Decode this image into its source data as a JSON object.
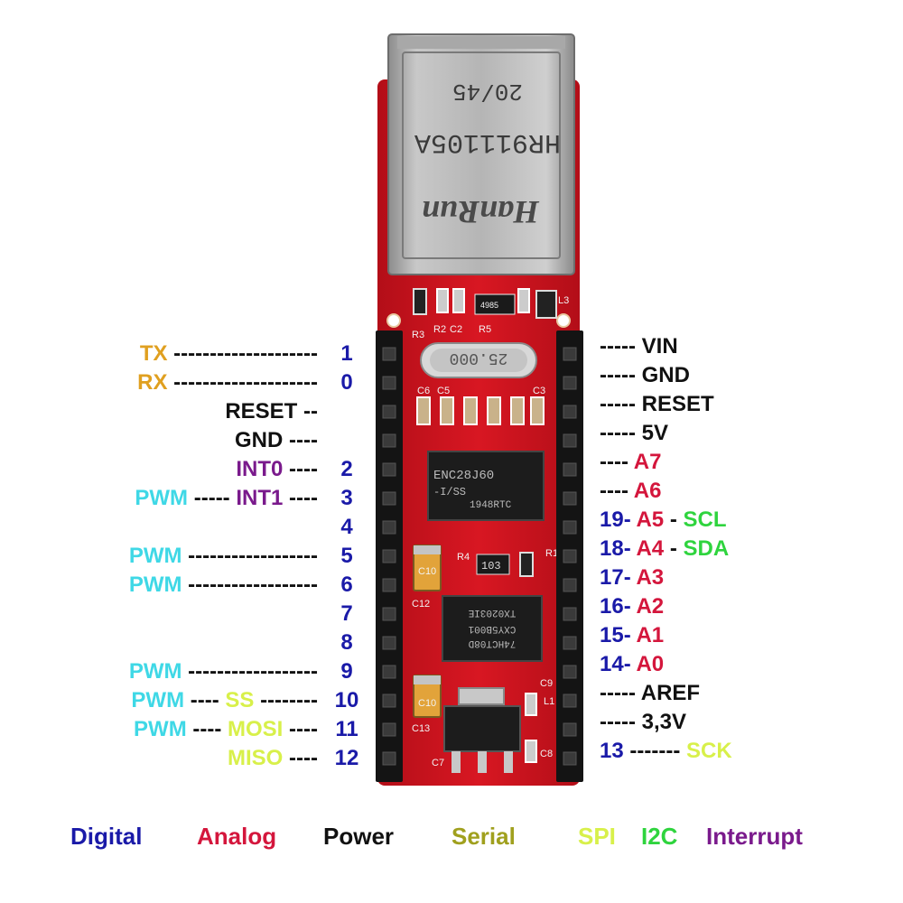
{
  "colors": {
    "digital": "#1a1aa8",
    "analog": "#d4163c",
    "power": "#111111",
    "serial": "#a0a01e",
    "spi": "#d8f04a",
    "i2c": "#2fd43e",
    "interrupt": "#7a1a8c",
    "pwm": "#3fd8e6",
    "txrx": "#e0a020",
    "pcb": "#d2121f"
  },
  "board": {
    "jack_text1": "20/45",
    "jack_text2": "HR911105A",
    "jack_brand": "HanRun",
    "chip1_text1": "ENC28J60",
    "chip1_text2": "-I/SS",
    "chip1_text3": "1948RTC",
    "chip2_text1": "74HCT08D",
    "chip2_text2": "CXY5B001",
    "chip2_text3": "TX0203IE",
    "crystal_text": "25.000",
    "cap_c10": "C10",
    "cap_c12": "C12",
    "cap_c13": "C13",
    "r_103": "103",
    "silk_r3": "R3",
    "silk_r2": "R2",
    "silk_c2": "C2",
    "silk_r5": "R5",
    "silk_l3": "L3",
    "silk_c6": "C6",
    "silk_c5": "C5",
    "silk_c3": "C3",
    "silk_r4": "R4",
    "silk_r1": "R1",
    "silk_c7": "C7",
    "silk_c8": "C8",
    "silk_c9": "C9",
    "silk_l1": "L1",
    "silk_4985": "4985"
  },
  "left_pins": [
    {
      "func": "TX",
      "dash": "--------------------",
      "num": "1"
    },
    {
      "func": "RX",
      "dash": "--------------------",
      "num": "0"
    },
    {
      "func": "RESET",
      "dash": "--",
      "num": ""
    },
    {
      "func": "GND",
      "dash": "----",
      "num": ""
    },
    {
      "func": "INT0",
      "dash": "----",
      "num": "2"
    },
    {
      "pwm": "PWM",
      "pwm_dash": "-----",
      "func": "INT1",
      "dash": "----",
      "num": "3"
    },
    {
      "func": "",
      "dash": "",
      "num": "4"
    },
    {
      "pwm": "PWM",
      "dash": "------------------",
      "num": "5"
    },
    {
      "pwm": "PWM",
      "dash": "------------------",
      "num": "6"
    },
    {
      "func": "",
      "dash": "",
      "num": "7"
    },
    {
      "func": "",
      "dash": "",
      "num": "8"
    },
    {
      "pwm": "PWM",
      "dash": "------------------",
      "num": "9"
    },
    {
      "pwm": "PWM",
      "pwm_dash": "----",
      "func": "SS",
      "dash": "--------",
      "num": "10"
    },
    {
      "pwm": "PWM",
      "pwm_dash": "----",
      "func": "MOSI",
      "dash": "----",
      "num": "11"
    },
    {
      "func": "MISO",
      "dash": "----",
      "num": "12"
    }
  ],
  "right_pins": [
    {
      "dash": "-----",
      "label": "VIN"
    },
    {
      "dash": "-----",
      "label": "GND"
    },
    {
      "dash": "-----",
      "label": "RESET"
    },
    {
      "dash": "-----",
      "label": "5V"
    },
    {
      "dash": "----",
      "label": "A7"
    },
    {
      "dash": "----",
      "label": "A6"
    },
    {
      "num": "19-",
      "label": "A5",
      "sep": "-",
      "extra": "SCL"
    },
    {
      "num": "18-",
      "label": "A4",
      "sep": "-",
      "extra": "SDA"
    },
    {
      "num": "17-",
      "label": "A3"
    },
    {
      "num": "16-",
      "label": "A2"
    },
    {
      "num": "15-",
      "label": "A1"
    },
    {
      "num": "14-",
      "label": "A0"
    },
    {
      "dash": "-----",
      "label": "AREF"
    },
    {
      "dash": "-----",
      "label": "3,3V"
    },
    {
      "num": "13",
      "dash": "-------",
      "extra": "SCK"
    }
  ],
  "legend": [
    {
      "label": "Digital",
      "color": "#1a1aa8"
    },
    {
      "label": "Analog",
      "color": "#d4163c"
    },
    {
      "label": "Power",
      "color": "#111111"
    },
    {
      "label": "Serial",
      "color": "#a0a01e"
    },
    {
      "label": "SPI",
      "color": "#d8f04a"
    },
    {
      "label": "I2C",
      "color": "#2fd43e"
    },
    {
      "label": "Interrupt",
      "color": "#7a1a8c"
    }
  ]
}
